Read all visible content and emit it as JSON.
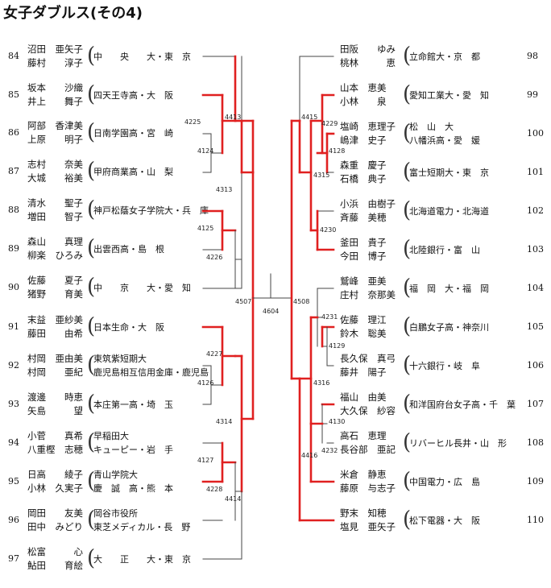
{
  "title": "女子ダブルス(その4)",
  "left_entries": [
    {
      "no": "84",
      "p1": "沼田　亜矢子",
      "p2": "藤村　　淳子",
      "affil": [
        "中　　央　　大・東　京"
      ]
    },
    {
      "no": "85",
      "p1": "坂本　　沙織",
      "p2": "井上　　舞子",
      "affil": [
        "四天王寺高・大　阪"
      ]
    },
    {
      "no": "86",
      "p1": "阿部　香津美",
      "p2": "上原　　明子",
      "affil": [
        "日南学園高・宮　崎"
      ]
    },
    {
      "no": "87",
      "p1": "志村　　奈美",
      "p2": "大城　　裕美",
      "affil": [
        "甲府商業高・山　梨"
      ]
    },
    {
      "no": "88",
      "p1": "清水　　聖子",
      "p2": "増田　　智子",
      "affil": [
        "神戸松蔭女子学院大・兵　庫"
      ]
    },
    {
      "no": "89",
      "p1": "森山　　真理",
      "p2": "柳楽　ひろみ",
      "affil": [
        "出雲西高・島　根"
      ]
    },
    {
      "no": "90",
      "p1": "佐藤　　夏子",
      "p2": "猪野　　育美",
      "affil": [
        "中　　京　　大・愛　知"
      ]
    },
    {
      "no": "91",
      "p1": "末益　亜紗美",
      "p2": "藤田　　由希",
      "affil": [
        "日本生命・大　阪"
      ]
    },
    {
      "no": "92",
      "p1": "村岡　亜由美",
      "p2": "村岡　　亜紀",
      "affil": [
        "東筑紫短期大",
        "鹿児島相互信用金庫・鹿児島"
      ]
    },
    {
      "no": "93",
      "p1": "渡邊　　時恵",
      "p2": "矢島　　　望",
      "affil": [
        "本庄第一高・埼　玉"
      ]
    },
    {
      "no": "94",
      "p1": "小菅　　真希",
      "p2": "八重樫　志穂",
      "affil": [
        "早稲田大",
        "キューピー・岩　手"
      ]
    },
    {
      "no": "95",
      "p1": "日高　　綾子",
      "p2": "小林　久実子",
      "affil": [
        "青山学院大",
        "慶　誠　高・熊　本"
      ]
    },
    {
      "no": "96",
      "p1": "岡田　　友美",
      "p2": "田中　みどり",
      "affil": [
        "岡谷市役所",
        "東芝メディカル・長　野"
      ]
    },
    {
      "no": "97",
      "p1": "松富　　　心",
      "p2": "鮎田　　育絵",
      "affil": [
        "大　　正　　大・東　京"
      ]
    }
  ],
  "right_entries": [
    {
      "no": "98",
      "p1": "田阪　　ゆみ",
      "p2": "桃林　　　恵",
      "affil": [
        "立命館大・京　都"
      ]
    },
    {
      "no": "99",
      "p1": "山本　恵美",
      "p2": "小林　　泉",
      "affil": [
        "愛知工業大・愛　知"
      ]
    },
    {
      "no": "100",
      "p1": "塩崎　恵理子",
      "p2": "嶋津　史子",
      "affil": [
        "松　山　大",
        "八幡浜高・愛　媛"
      ]
    },
    {
      "no": "101",
      "p1": "森重　慶子",
      "p2": "石橋　典子",
      "affil": [
        "富士短期大・東　京"
      ]
    },
    {
      "no": "102",
      "p1": "小浜　由樹子",
      "p2": "斉藤　美穂",
      "affil": [
        "北海道電力・北海道"
      ]
    },
    {
      "no": "103",
      "p1": "釜田　貴子",
      "p2": "今田　博子",
      "affil": [
        "北陸銀行・富　山"
      ]
    },
    {
      "no": "104",
      "p1": "鷲峰　亜美",
      "p2": "庄村　奈那美",
      "affil": [
        "福　岡　大・福　岡"
      ]
    },
    {
      "no": "105",
      "p1": "佐藤　理江",
      "p2": "鈴木　聡美",
      "affil": [
        "白鵬女子高・神奈川"
      ]
    },
    {
      "no": "106",
      "p1": "長久保　真弓",
      "p2": "藤井　陽子",
      "affil": [
        "十六銀行・岐　阜"
      ]
    },
    {
      "no": "107",
      "p1": "福山　由美",
      "p2": "大久保　紗容",
      "affil": [
        "和洋国府台女子高・千　葉"
      ]
    },
    {
      "no": "108",
      "p1": "高石　恵理",
      "p2": "長谷部　亜記",
      "affil": [
        "リバーヒル長井・山　形"
      ]
    },
    {
      "no": "109",
      "p1": "米倉　静恵",
      "p2": "藤原　与志子",
      "affil": [
        "中国電力・広　島"
      ]
    },
    {
      "no": "110",
      "p1": "野末　知穂",
      "p2": "塩見　亜矢子",
      "affil": [
        "松下電器・大　阪"
      ]
    }
  ],
  "match_labels": {
    "m4413": "4413",
    "m4225": "4225",
    "m4124": "4124",
    "m4313": "4313",
    "m4125": "4125",
    "m4226": "4226",
    "m4507": "4507",
    "m4604": "4604",
    "m4508": "4508",
    "m4227": "4227",
    "m4126": "4126",
    "m4314": "4314",
    "m4127": "4127",
    "m4228": "4228",
    "m4414": "4414",
    "m4415": "4415",
    "m4229": "4229",
    "m4128": "4128",
    "m4315": "4315",
    "m4230": "4230",
    "m4231": "4231",
    "m4129": "4129",
    "m4316": "4316",
    "m4130": "4130",
    "m4232": "4232",
    "m4416": "4416"
  },
  "colors": {
    "winner_line": "#e02020",
    "line": "#444444"
  }
}
